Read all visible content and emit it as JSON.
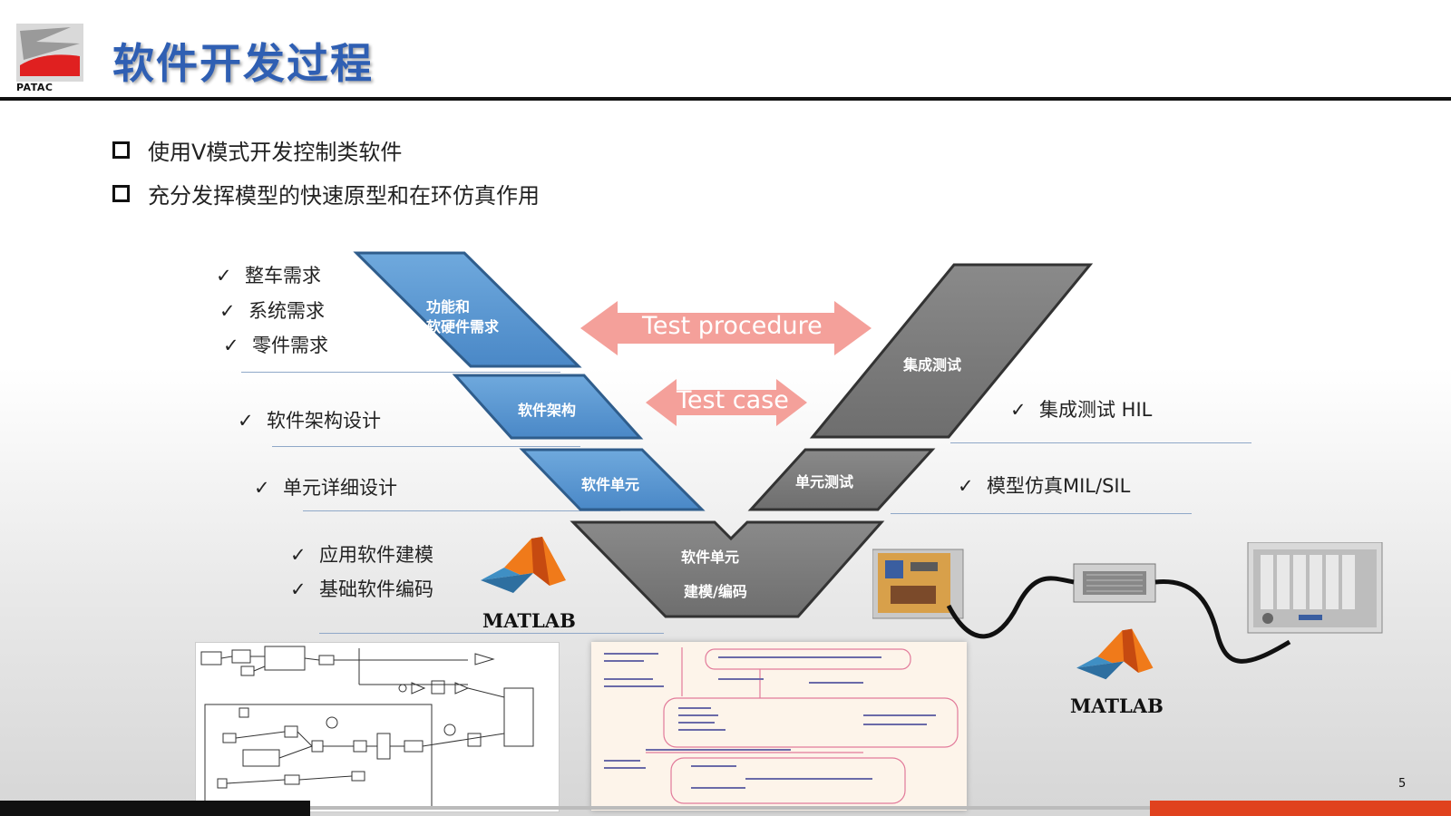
{
  "header": {
    "title": "软件开发过程",
    "logo_text": "PATAC"
  },
  "bullets": [
    "使用V模式开发控制类软件",
    "充分发挥模型的快速原型和在环仿真作用"
  ],
  "left_items": {
    "requirements": [
      "整车需求",
      "系统需求",
      "零件需求"
    ],
    "architecture": "软件架构设计",
    "unit_design": "单元详细设计",
    "modeling": [
      "应用软件建模",
      "基础软件编码"
    ]
  },
  "right_items": {
    "integration": "集成测试 HIL",
    "model_sim": "模型仿真MIL/SIL"
  },
  "checkmark": "✓",
  "v_model": {
    "req_label_1": "功能和",
    "req_label_2": "软硬件需求",
    "arch_label": "软件架构",
    "unit_label": "软件单元",
    "bottom_label_1": "软件单元",
    "bottom_label_2": "建模/编码",
    "unit_test_label": "单元测试",
    "integration_label": "集成测试"
  },
  "arrows": {
    "procedure": "Test procedure",
    "case": "Test case"
  },
  "matlab_left": "MATLAB",
  "matlab_right": "MATLAB",
  "page_number": "5",
  "colors": {
    "title": "#2f5fb3",
    "blue_shape": "#5b9bd5",
    "grey_shape": "#7f7f7f",
    "arrow": "#f4a09a",
    "footer_red": "#e0421e"
  }
}
